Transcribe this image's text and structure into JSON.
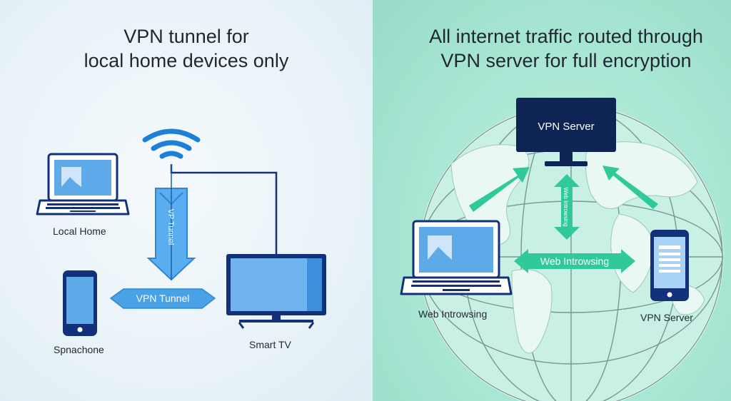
{
  "left_panel": {
    "title_line1": "VPN tunnel for",
    "title_line2": "local home devices only",
    "devices": {
      "laptop_label": "Local Home",
      "phone_label": "Spnachone",
      "tv_label": "Smart TV"
    },
    "vertical_arrow_label": "VP Tunnel",
    "tunnel_label": "VPN Tunnel"
  },
  "right_panel": {
    "title_line1": "All internet traffic routed through",
    "title_line2": "VPN server for full encryption",
    "server_label": "VPN Server",
    "vertical_arrow_label": "Web Introwsing",
    "horizontal_arrow_label": "Web Introwsing",
    "laptop_label": "Web Introwsing",
    "phone_label": "VPN Server"
  },
  "colors": {
    "device_outline": "#13307a",
    "screen_blue": "#5ea9e8",
    "arrow_blue": "#4aa2e6",
    "arrow_green": "#2fc99a",
    "server_navy": "#0e2454",
    "left_bg": "#eaf3f8",
    "right_bg": "#a9e6d4"
  }
}
